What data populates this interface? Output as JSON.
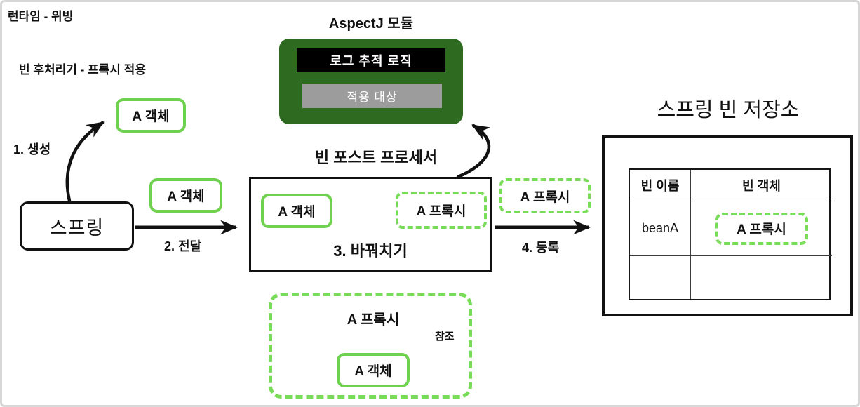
{
  "page": {
    "title": "런타임 - 위빙",
    "subtitle": "빈 후처리기 - 프록시 적용"
  },
  "aspectj": {
    "title": "AspectJ 모듈",
    "log_logic_label": "로그 추적 로직",
    "target_label": "적용 대상"
  },
  "spring": {
    "label": "스프링"
  },
  "post_processor": {
    "title": "빈 포스트 프로세서"
  },
  "steps": {
    "create": "1. 생성",
    "deliver": "2. 전달",
    "swap": "3. 바꿔치기",
    "register": "4. 등록",
    "reference": "참조"
  },
  "objects": {
    "a_object": "A 객체",
    "a_proxy": "A 프록시"
  },
  "repository": {
    "title": "스프링 빈 저장소",
    "table": {
      "headers": [
        "빈 이름",
        "빈 객체"
      ],
      "rows": [
        {
          "name": "beanA",
          "object": "A 프록시"
        },
        {
          "name": "",
          "object": ""
        }
      ]
    }
  },
  "colors": {
    "accent_green": "#6fd24f",
    "dashed_green": "#79dc58",
    "dark_green": "#2e6b20",
    "gray_target": "#9c9c9c",
    "line_black": "#111111"
  }
}
